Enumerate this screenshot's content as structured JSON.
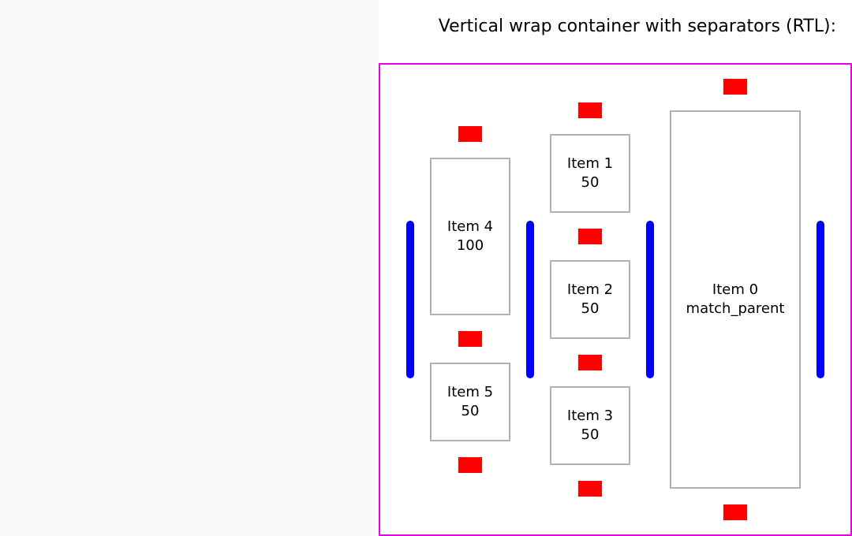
{
  "title": "Vertical wrap container with separators (RTL):",
  "items": [
    {
      "name": "Item 0",
      "size": "match_parent"
    },
    {
      "name": "Item 1",
      "size": "50"
    },
    {
      "name": "Item 2",
      "size": "50"
    },
    {
      "name": "Item 3",
      "size": "50"
    },
    {
      "name": "Item 4",
      "size": "100"
    },
    {
      "name": "Item 5",
      "size": "50"
    }
  ],
  "colors": {
    "container_border": "#e600e6",
    "item_separator": "#ff0000",
    "line_separator": "#0000ff",
    "item_border": "#b0b0b0",
    "left_background": "#fafafa"
  }
}
